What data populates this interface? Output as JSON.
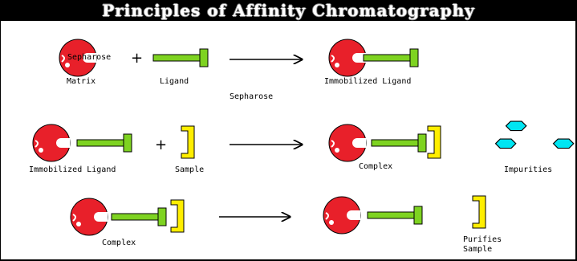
{
  "title": "Principles of Affinity Chromatography",
  "colors": {
    "matrix": "#e8202a",
    "ligand": "#7ed321",
    "sample": "#ffee00",
    "impurity": "#00e5f2",
    "outline": "#000000",
    "title_bg": "#000000",
    "title_fg": "#ffffff"
  },
  "symbols": {
    "plus": "+"
  },
  "row1": {
    "matrix_inner_text": "Sepharose",
    "matrix_label": "Matrix",
    "ligand_label": "Ligand",
    "product_label": "Immobilized Ligand",
    "caption": "Sepharose"
  },
  "row2": {
    "reactant_label": "Immobilized Ligand",
    "sample_label": "Sample",
    "product_label": "Complex",
    "impurities_label": "Impurities"
  },
  "row3": {
    "reactant_label": "Complex",
    "product_label_line1": "Purifies",
    "product_label_line2": "Sample"
  }
}
